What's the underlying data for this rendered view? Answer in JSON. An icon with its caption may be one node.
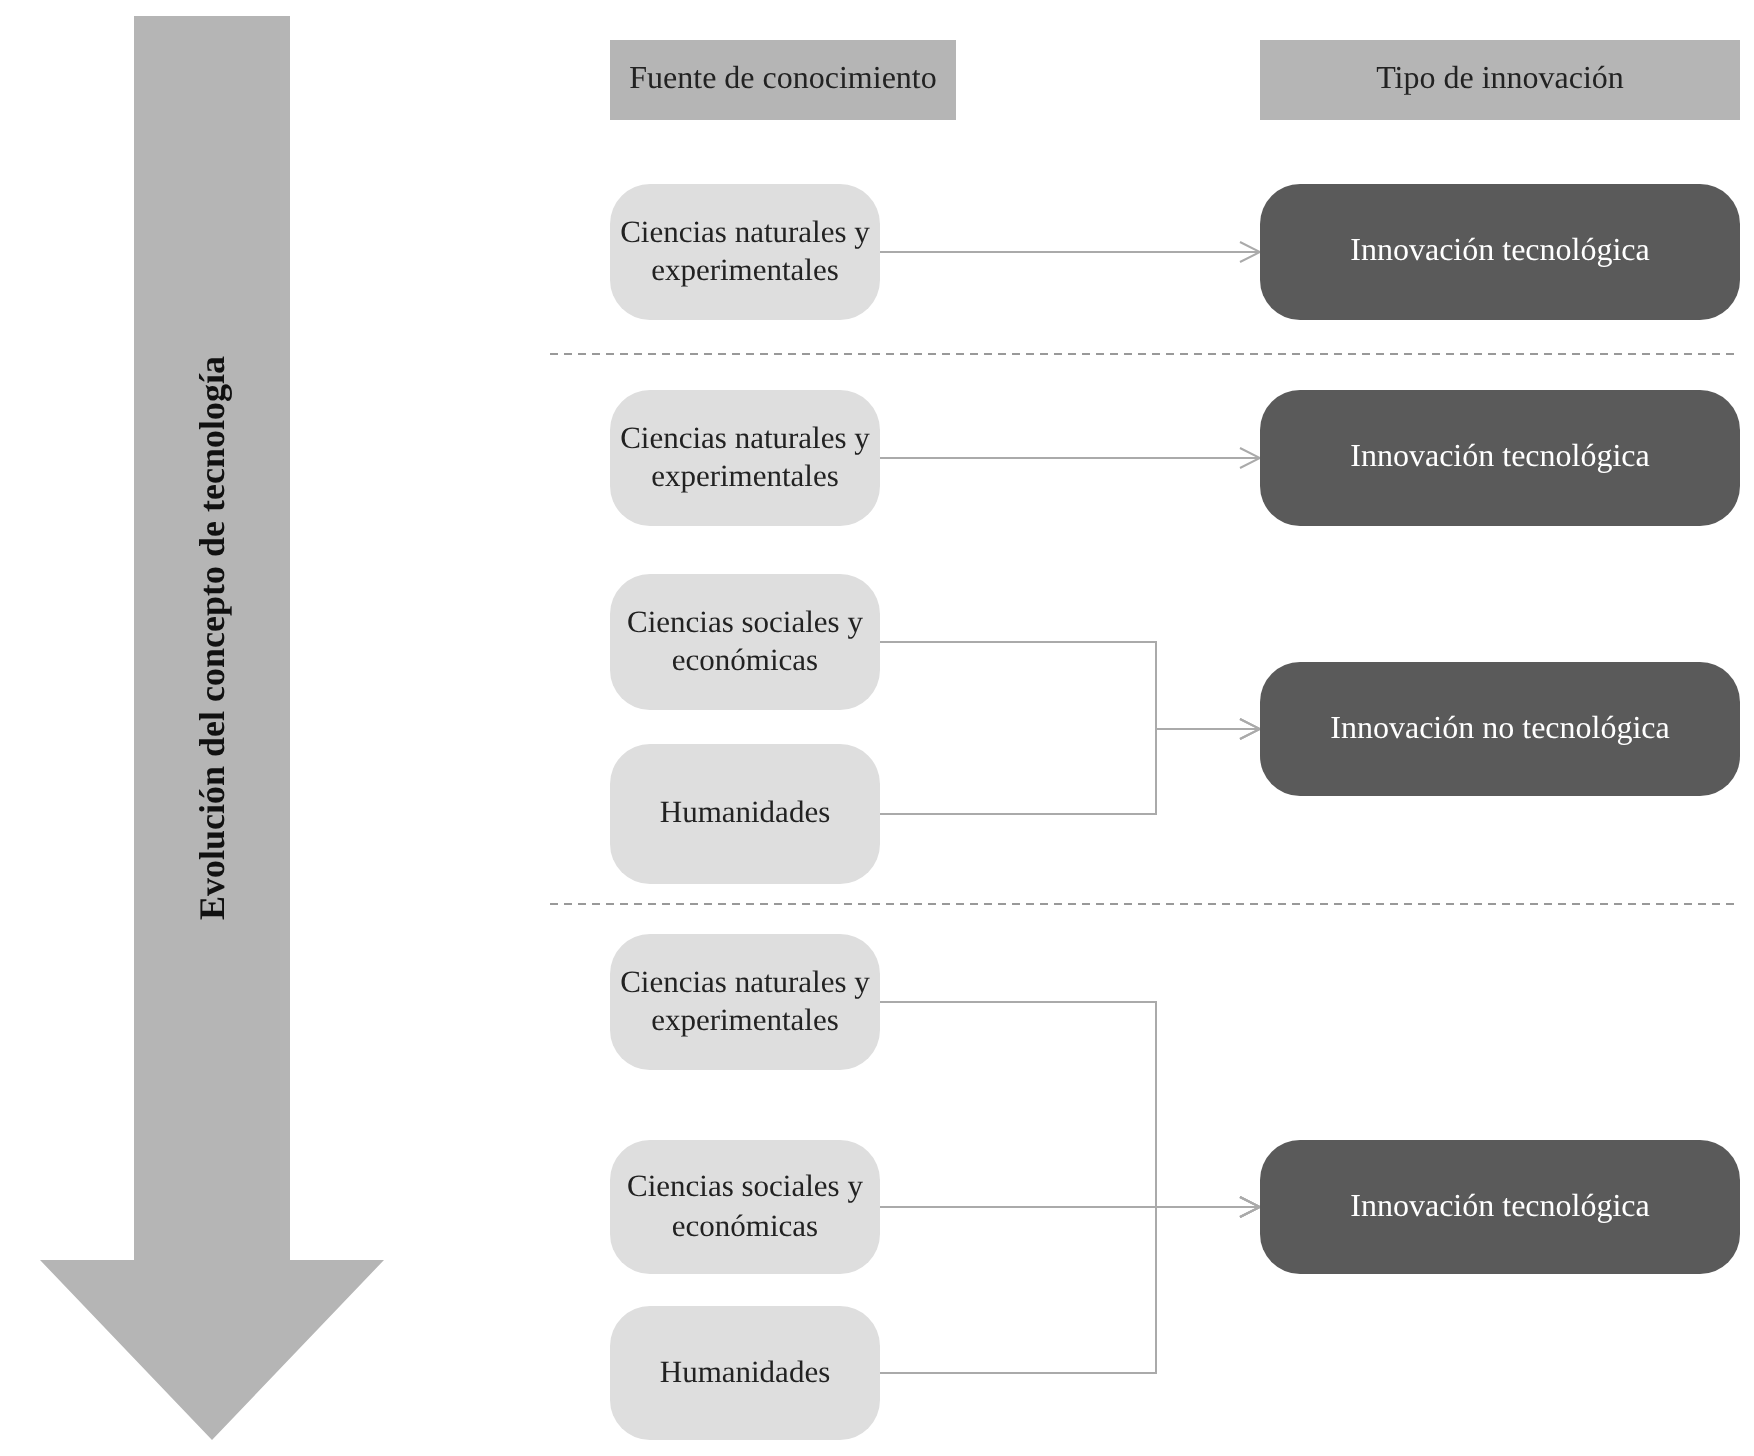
{
  "diagram": {
    "nodes": [
      {
        "text": [
          "Fuente de conocimiento"
        ]
      },
      {
        "text": [
          "Tipo de innovación"
        ]
      },
      {
        "text": [
          "Ciencias naturales y experimentales"
        ]
      },
      {
        "text": [
          "Innovación tecnológica"
        ]
      },
      {
        "text": [
          "Ciencias naturales y experimentales"
        ]
      },
      {
        "text": [
          "Innovación tecnológica"
        ]
      },
      {
        "text": [
          "Ciencias sociales y económicas"
        ]
      },
      {
        "text": [
          "Humanidades"
        ]
      },
      {
        "text": [
          "Innovación no tecnológica"
        ]
      },
      {
        "text": [
          "Ciencias naturales y experimentales"
        ]
      },
      {
        "text": [
          "Ciencias sociales y económicas"
        ]
      },
      {
        "text": [
          "Humanidades"
        ]
      },
      {
        "text": [
          "Innovación tecnológica"
        ]
      }
    ],
    "edges": [
      {
        "from": 2,
        "to": 3,
        "arrow": "to"
      },
      {
        "from": 4,
        "to": 5,
        "arrow": "to"
      },
      {
        "from": 6,
        "to": 8,
        "arrow": "to"
      },
      {
        "from": 7,
        "to": 8,
        "arrow": "to"
      },
      {
        "from": 9,
        "to": 12,
        "arrow": "to"
      },
      {
        "from": 10,
        "to": 12,
        "arrow": "to"
      },
      {
        "from": 11,
        "to": 12,
        "arrow": "to"
      }
    ],
    "labels": [
      "Evolución del concepto de tecnología"
    ]
  }
}
